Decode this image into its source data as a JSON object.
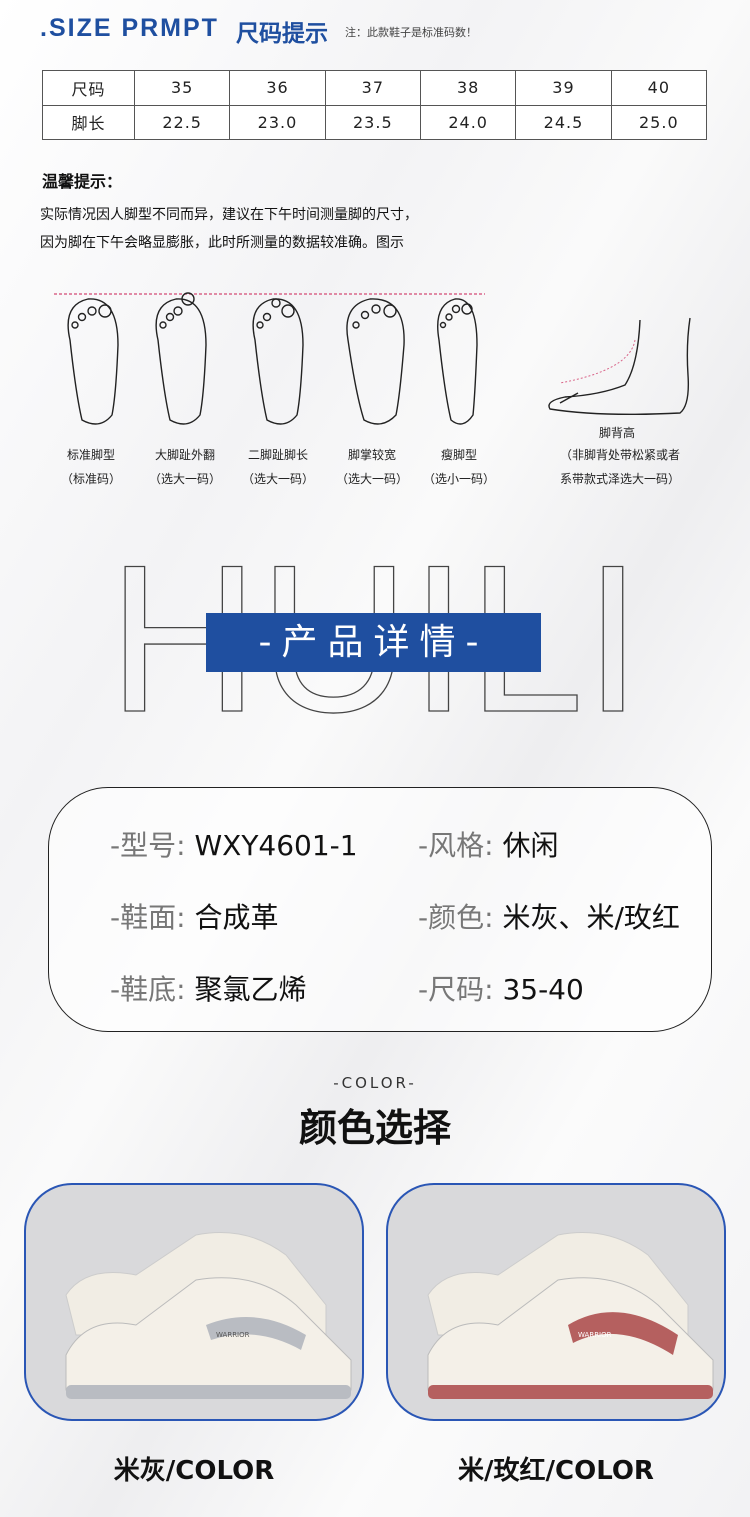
{
  "header": {
    "title_en": ".SIZE PRMPT",
    "title_cn": "尺码提示",
    "note": "注：此款鞋子是标准码数！"
  },
  "size_table": {
    "rows": [
      {
        "label": "尺码",
        "values": [
          "35",
          "36",
          "37",
          "38",
          "39",
          "40"
        ]
      },
      {
        "label": "脚长",
        "values": [
          "22.5",
          "23.0",
          "23.5",
          "24.0",
          "24.5",
          "25.0"
        ]
      }
    ]
  },
  "tips": {
    "heading": "温馨提示：",
    "lines": [
      "实际情况因人脚型不同而异，建议在下午时间测量脚的尺寸，",
      "因为脚在下午会略显膨胀，此时所测量的数据较准确。图示"
    ]
  },
  "foot_types": [
    {
      "name": "标准脚型",
      "advice": "（标准码）"
    },
    {
      "name": "大脚趾外翻",
      "advice": "（选大一码）"
    },
    {
      "name": "二脚趾脚长",
      "advice": "（选大一码）"
    },
    {
      "name": "脚掌较宽",
      "advice": "（选大一码）"
    },
    {
      "name": "瘦脚型",
      "advice": "（选小一码）"
    }
  ],
  "instep": {
    "name": "脚背高",
    "advice1": "（非脚背处带松紧或者",
    "advice2": "系带款式泽选大一码）"
  },
  "brand": {
    "watermark": "HUILI",
    "banner": "-产品详情-"
  },
  "specs": [
    {
      "key": "-型号:",
      "value": "WXY4601-1"
    },
    {
      "key": "-风格:",
      "value": "休闲"
    },
    {
      "key": "-鞋面:",
      "value": "合成革"
    },
    {
      "key": "-颜色:",
      "value": "米灰、米/玫红"
    },
    {
      "key": "-鞋底:",
      "value": "聚氯乙烯"
    },
    {
      "key": "-尺码:",
      "value": "35-40"
    }
  ],
  "colors": {
    "subtitle": "-COLOR-",
    "heading": "颜色选择",
    "options": [
      {
        "label": "米灰/COLOR",
        "accent": "#b9bcc2",
        "shoe_text": "WARRIOR"
      },
      {
        "label": "米/玫红/COLOR",
        "accent": "#b5605f",
        "shoe_text": "WARRIOR"
      }
    ]
  },
  "theme": {
    "accent": "#1f4fa0"
  }
}
